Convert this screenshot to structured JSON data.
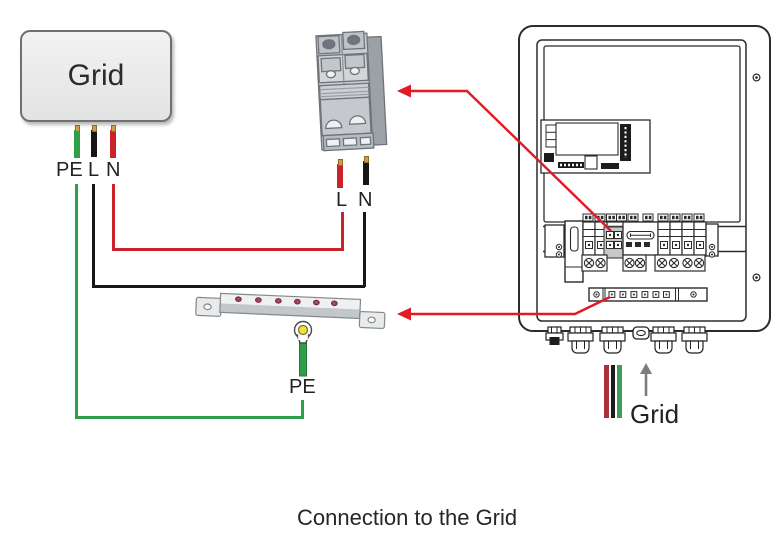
{
  "diagram": {
    "caption": "Connection to the Grid",
    "source_box": {
      "label": "Grid"
    },
    "source_wires": {
      "pe": "PE",
      "l": "L",
      "n": "N"
    },
    "breaker_wires": {
      "l": "L",
      "n": "N"
    },
    "pe_busbar": {
      "label": "PE"
    },
    "output": {
      "label": "Grid"
    },
    "components": {
      "breaker": "two-pole breaker / fuse holder",
      "pe_busbar": "grounding busbar",
      "inverter_box": "inverter wiring compartment",
      "ring_terminal": "ring terminal",
      "up_arrow": "grid cable direction arrow"
    },
    "colors": {
      "pe_wire": "#2f9e48",
      "live_wire": "#171717",
      "neutral_wire": "#cb2129",
      "callout_arrow": "#e11b23",
      "direction_arrow": "#7d7d7d",
      "gold_ferrule": "#c9a245",
      "ring_terminal_eye": "#f1e23a",
      "grid_cable_red": "#aa3039",
      "grid_cable_black": "#1b1b1b",
      "grid_cable_green": "#3f9e53"
    }
  }
}
